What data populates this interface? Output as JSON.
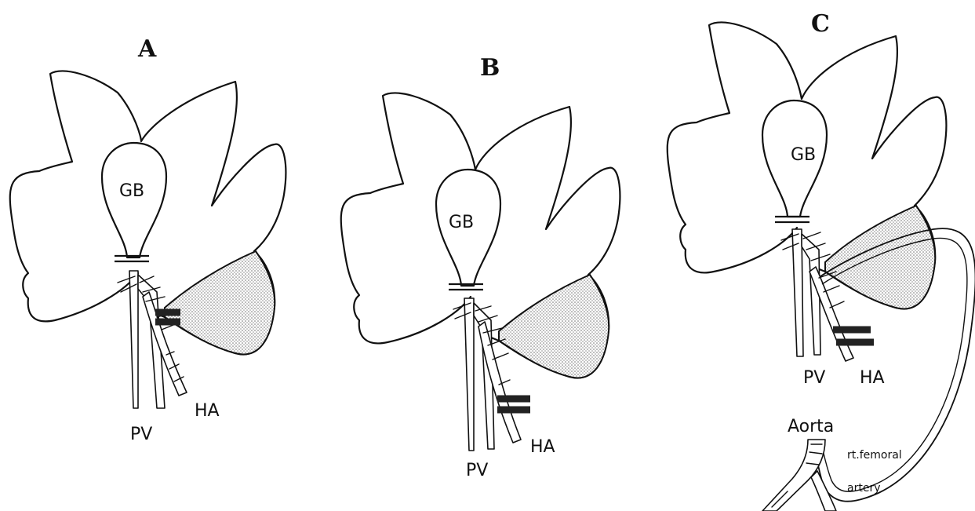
{
  "panels": [
    {
      "letter": "A",
      "labels": {
        "gallbladder": "GB",
        "portal_vein": "PV",
        "hepatic_artery": "HA"
      }
    },
    {
      "letter": "B",
      "labels": {
        "gallbladder": "GB",
        "portal_vein": "PV",
        "hepatic_artery": "HA"
      }
    },
    {
      "letter": "C",
      "labels": {
        "gallbladder": "GB",
        "portal_vein": "PV",
        "hepatic_artery": "HA",
        "aorta": "Aorta",
        "femoral_line1": "rt.femoral",
        "femoral_line2": "artery"
      }
    }
  ],
  "colors": {
    "ink": "#111111",
    "shaded_lobe_fill": "#c8c8c8",
    "clamp": "#222222"
  }
}
